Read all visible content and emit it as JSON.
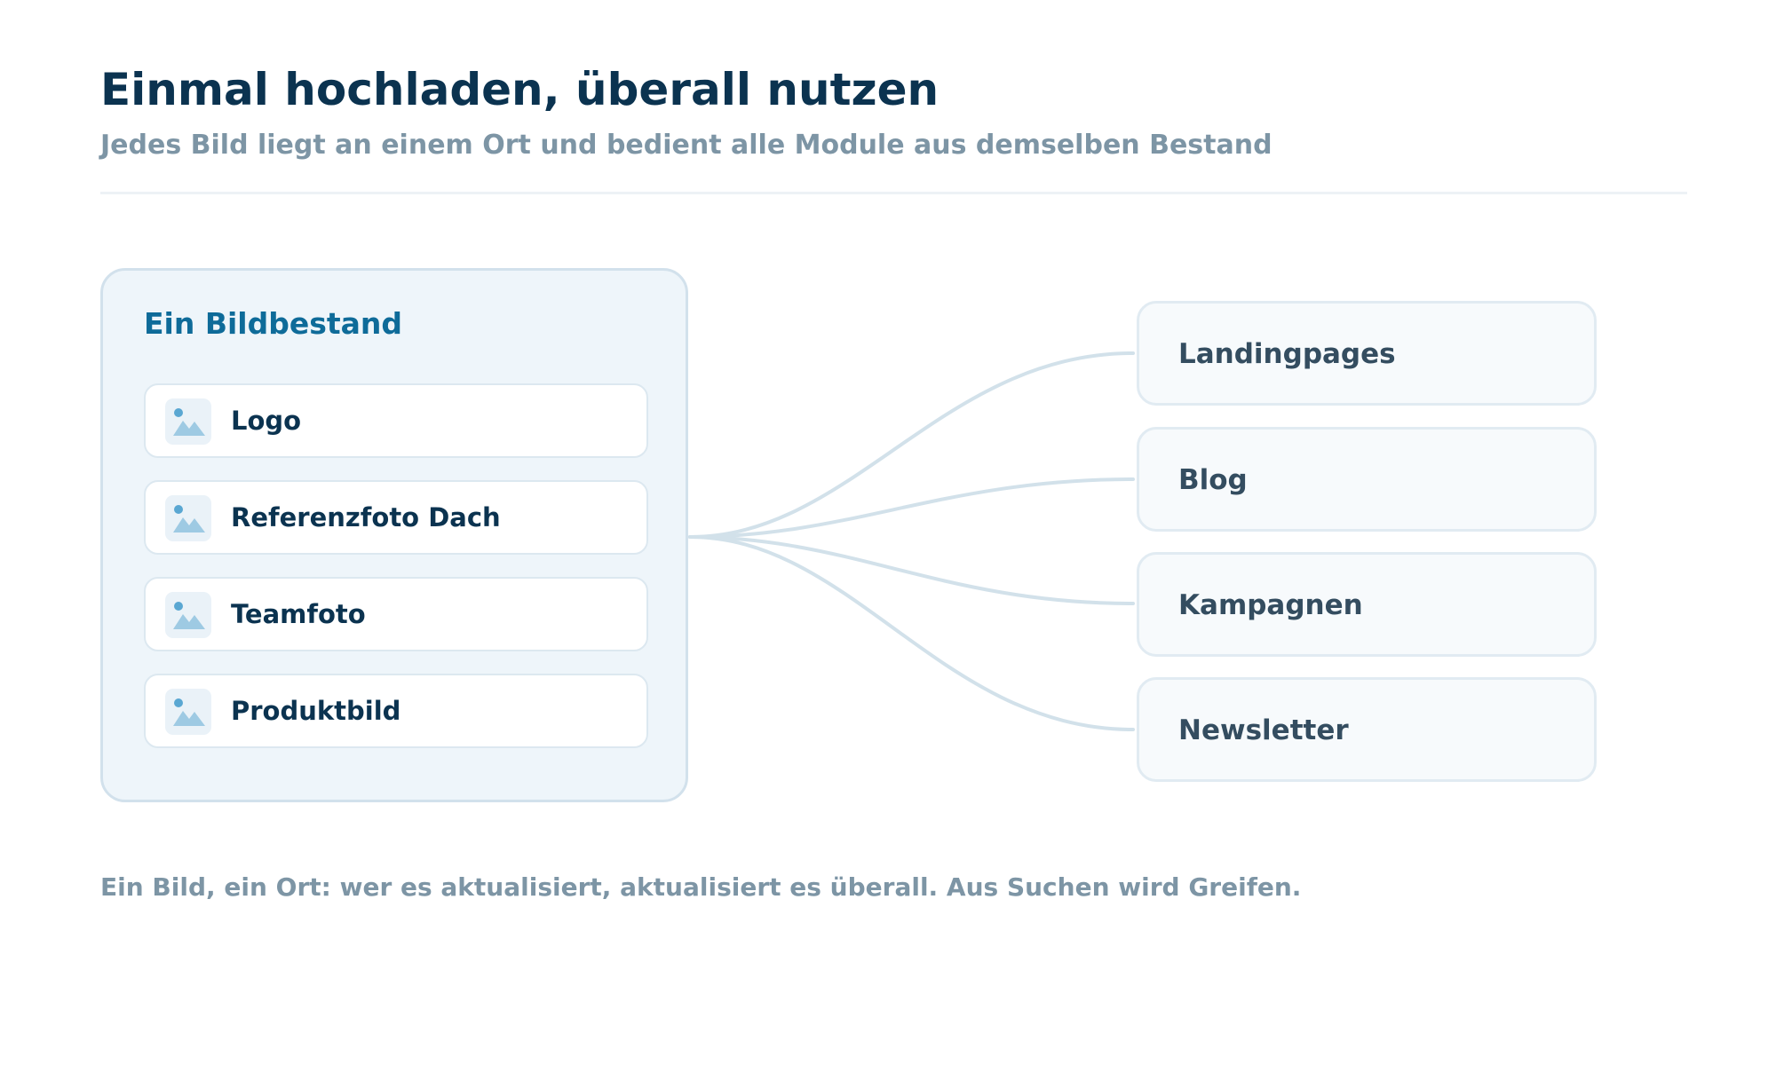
{
  "header": {
    "title": "Einmal hochladen, überall nutzen",
    "subtitle": "Jedes Bild liegt an einem Ort und bedient alle Module aus demselben Bestand"
  },
  "source": {
    "title": "Ein Bildbestand",
    "items": [
      {
        "label": "Logo",
        "icon": "image-icon"
      },
      {
        "label": "Referenzfoto Dach",
        "icon": "image-icon"
      },
      {
        "label": "Teamfoto",
        "icon": "image-icon"
      },
      {
        "label": "Produktbild",
        "icon": "image-icon"
      }
    ]
  },
  "modules": [
    {
      "label": "Landingpages"
    },
    {
      "label": "Blog"
    },
    {
      "label": "Kampagnen"
    },
    {
      "label": "Newsletter"
    }
  ],
  "footer": {
    "note": "Ein Bild, ein Ort: wer es aktualisiert, aktualisiert es überall. Aus Suchen wird Greifen."
  },
  "colors": {
    "title": "#0b3350",
    "accent": "#0e6b99",
    "muted": "#7d95a5",
    "connector": "#d2e1ea",
    "source_background": "#eef5fa",
    "module_background": "#f7fafc",
    "icon": "#8fbfdb"
  }
}
